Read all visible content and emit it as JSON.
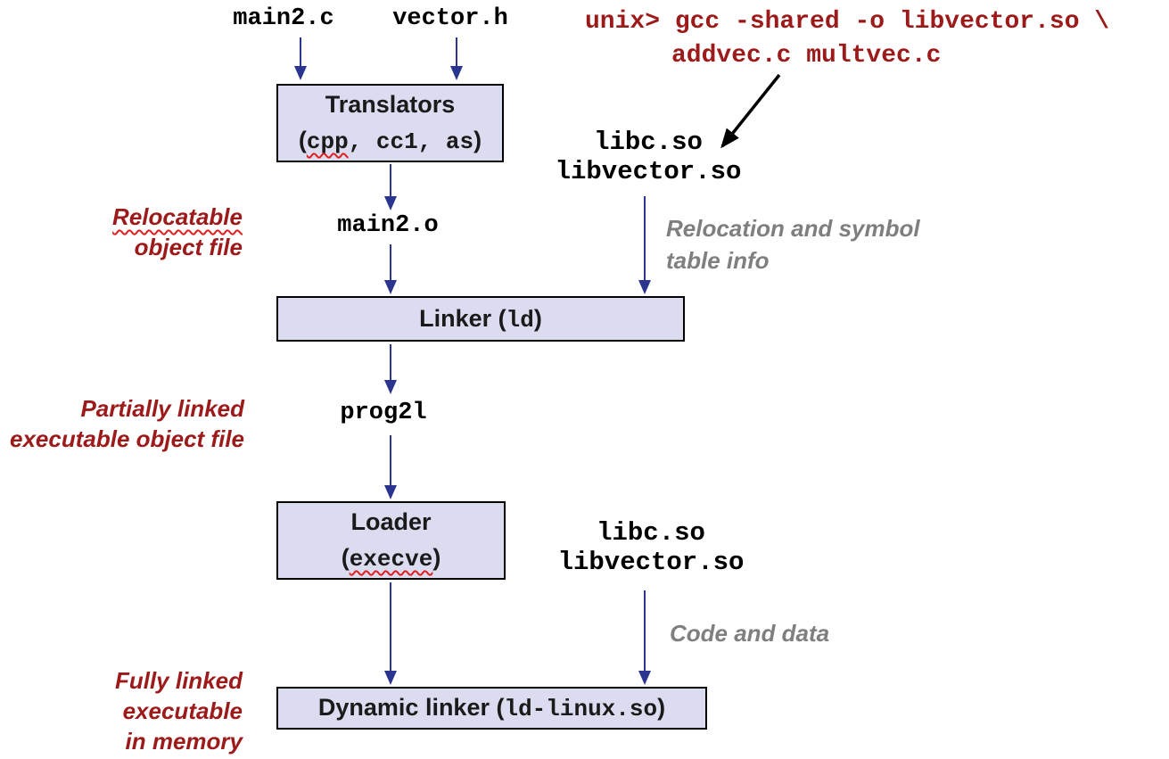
{
  "colors": {
    "box_fill": "#DBDCF0",
    "box_border": "#000000",
    "arrow_navy": "#2B3590",
    "arrow_black": "#000000",
    "command_red": "#9C1A1A",
    "side_label_red": "#9C1A1A",
    "annotation_gray": "#7F7F7F",
    "code_black": "#000000"
  },
  "command": {
    "line1": "unix> gcc -shared -o libvector.so \\",
    "line2": "addvec.c multvec.c"
  },
  "source_files": {
    "main": "main2.c",
    "header": "vector.h"
  },
  "shared_libs_link_time": {
    "line1": "libc.so",
    "line2": "libvector.so"
  },
  "shared_libs_load_time": {
    "line1": "libc.so",
    "line2": "libvector.so"
  },
  "object_file": "main2.o",
  "executable_file": "prog2l",
  "boxes": {
    "translators": {
      "title": "Translators",
      "open": "(",
      "tool_squiggle": "cpp",
      "tools_rest": ", cc1, as",
      "close": ")"
    },
    "linker": {
      "prefix": "Linker (",
      "tool": "ld",
      "suffix": ")"
    },
    "loader": {
      "title": "Loader",
      "open": "(",
      "tool": "execve",
      "close": ")"
    },
    "dynamic_linker": {
      "prefix": "Dynamic linker (",
      "tool": "ld-linux.so",
      "suffix": ")"
    }
  },
  "side_labels": {
    "relocatable": {
      "line1": "Relocatable",
      "line2": "object file"
    },
    "partially_linked": {
      "line1": "Partially linked",
      "line2": "executable object file"
    },
    "fully_linked": {
      "line1": "Fully linked",
      "line2": "executable",
      "line3": "in memory"
    }
  },
  "annotations": {
    "relocation_info": {
      "line1": "Relocation and symbol",
      "line2": "table info"
    },
    "code_and_data": "Code and data"
  }
}
